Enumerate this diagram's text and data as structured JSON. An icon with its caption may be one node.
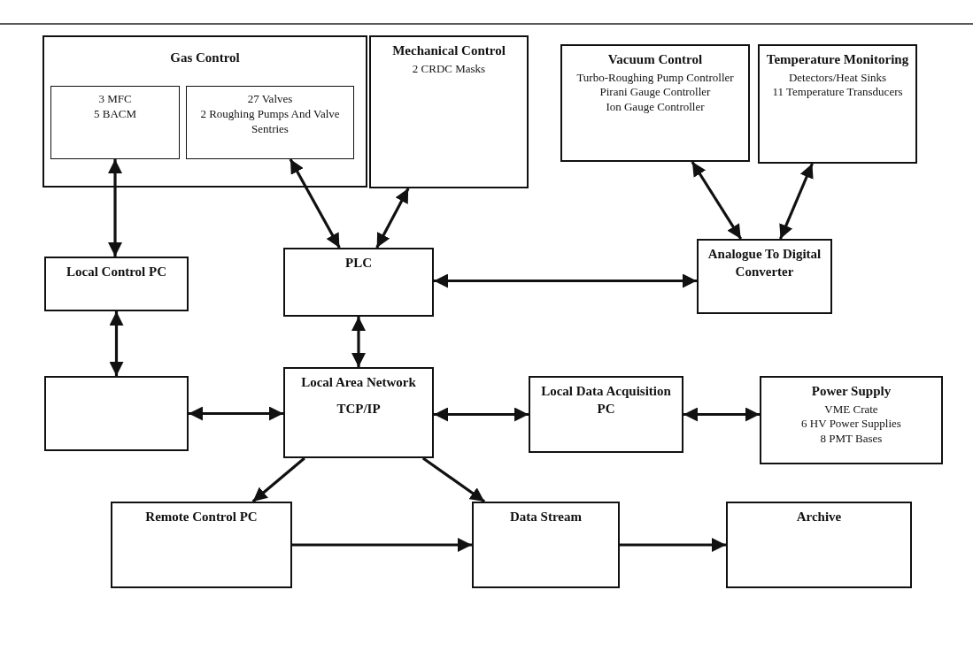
{
  "diagram": {
    "nodes": [
      {
        "text": [
          "Gas Control"
        ]
      },
      {
        "text": [
          "3 MFC",
          "5 BACM"
        ],
        "in": 0
      },
      {
        "text": [
          "27 Valves",
          "2 Roughing Pumps And Valve Sentries"
        ],
        "in": 0
      },
      {
        "text": [
          "Mechanical Control",
          "2 CRDC Masks"
        ]
      },
      {
        "text": [
          "Vacuum Control",
          "Turbo-Roughing Pump Controller",
          "Pirani Gauge Controller",
          "Ion Gauge Controller"
        ]
      },
      {
        "text": [
          "Temperature Monitoring",
          "Detectors/Heat Sinks",
          "11 Temperature Transducers"
        ]
      },
      {
        "text": [
          "Local Control PC"
        ]
      },
      {
        "text": [
          "PLC"
        ]
      },
      {
        "text": [
          "Analogue To Digital Converter"
        ]
      },
      {
        "text": [],
        "shape": "box"
      },
      {
        "text": [
          "Local Area Network",
          "TCP/IP"
        ]
      },
      {
        "text": [
          "Local Data Acquisition PC"
        ]
      },
      {
        "text": [
          "Power Supply",
          "VME Crate",
          "6 HV Power Supplies",
          "8 PMT Bases"
        ]
      },
      {
        "text": [
          "Remote Control PC"
        ]
      },
      {
        "text": [
          "Data Stream"
        ]
      },
      {
        "text": [
          "Archive"
        ]
      }
    ],
    "edges": [
      {
        "from": 1,
        "to": 6,
        "arrow": "both"
      },
      {
        "from": 2,
        "to": 7,
        "arrow": "both"
      },
      {
        "from": 3,
        "to": 7,
        "arrow": "both"
      },
      {
        "from": 4,
        "to": 8,
        "arrow": "both"
      },
      {
        "from": 5,
        "to": 8,
        "arrow": "both"
      },
      {
        "from": 7,
        "to": 8,
        "arrow": "both"
      },
      {
        "from": 6,
        "to": 9,
        "arrow": "both"
      },
      {
        "from": 7,
        "to": 10,
        "arrow": "both"
      },
      {
        "from": 9,
        "to": 10,
        "arrow": "both"
      },
      {
        "from": 10,
        "to": 11,
        "arrow": "both"
      },
      {
        "from": 11,
        "to": 12,
        "arrow": "both"
      },
      {
        "from": 10,
        "to": 13,
        "arrow": "to"
      },
      {
        "from": 10,
        "to": 14,
        "arrow": "to"
      },
      {
        "from": 13,
        "to": 14,
        "arrow": "to"
      },
      {
        "from": 14,
        "to": 15,
        "arrow": "to"
      }
    ]
  }
}
